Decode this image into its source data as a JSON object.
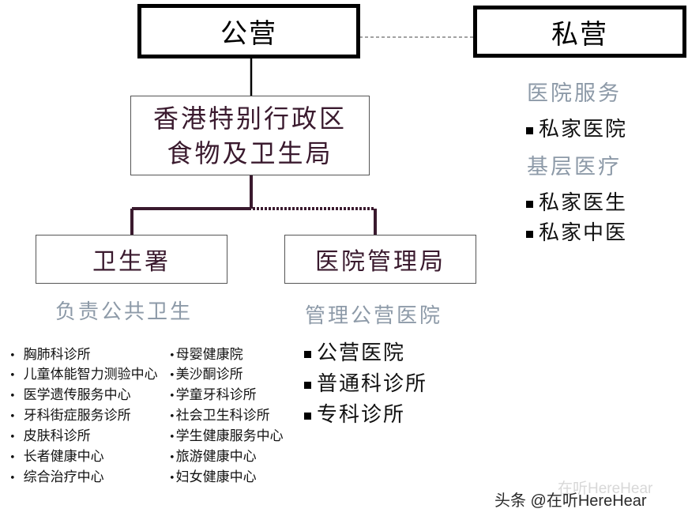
{
  "public": {
    "label": "公营"
  },
  "private": {
    "label": "私营"
  },
  "fhb": {
    "line1": "香港特别行政区",
    "line2": "食物及卫生局"
  },
  "dh": {
    "label": "卫生署"
  },
  "ha": {
    "label": "医院管理局"
  },
  "private_services": {
    "hospital_heading": "医院服务",
    "hospital_items": [
      "私家医院"
    ],
    "primary_heading": "基层医疗",
    "primary_items": [
      "私家医生",
      "私家中医"
    ]
  },
  "dh_services": {
    "heading": "负责公共卫生",
    "col1": [
      "胸肺科诊所",
      "儿童体能智力测验中心",
      "医学遗传服务中心",
      "牙科街症服务诊所",
      "皮肤科诊所",
      "长者健康中心",
      "综合治疗中心"
    ],
    "col2": [
      "母婴健康院",
      "美沙酮诊所",
      "学童牙科诊所",
      "社会卫生科诊所",
      "学生健康服务中心",
      "旅游健康中心",
      "妇女健康中心"
    ]
  },
  "ha_services": {
    "heading": "管理公营医院",
    "items": [
      "公营医院",
      "普通科诊所",
      "专科诊所"
    ]
  },
  "watermark": {
    "bg": "在听HereHear",
    "fg": "头条 @在听HereHear"
  }
}
